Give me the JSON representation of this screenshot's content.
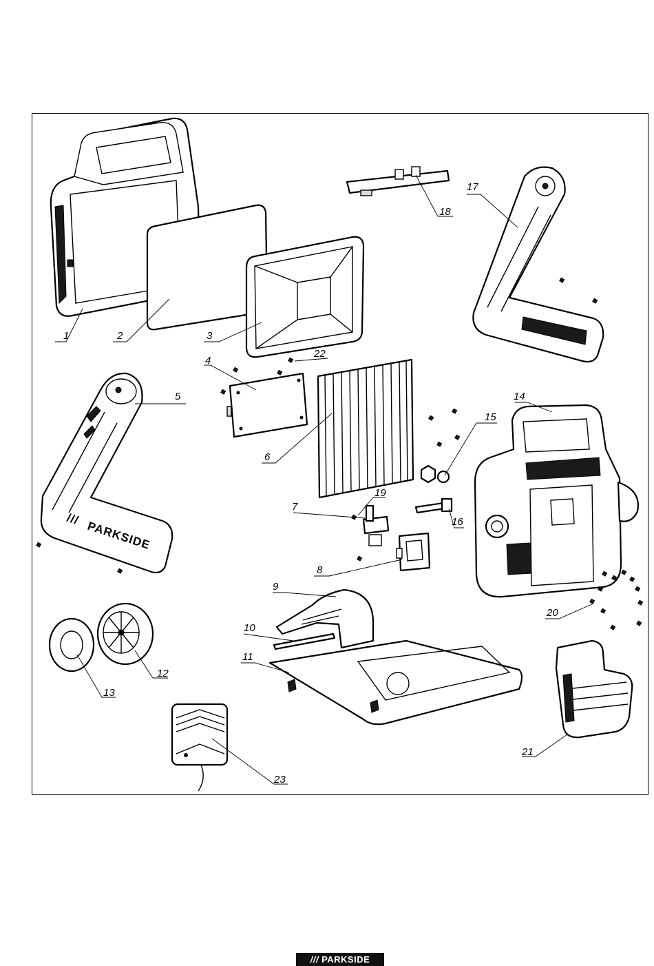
{
  "brand": {
    "logo_text": "PARKSIDE",
    "logo_slashes": "///",
    "embossed_text": "PARKSIDE"
  },
  "callouts": [
    {
      "id": "1",
      "part": "front-frame"
    },
    {
      "id": "2",
      "part": "cover-glass"
    },
    {
      "id": "3",
      "part": "reflector"
    },
    {
      "id": "4",
      "part": "led-board"
    },
    {
      "id": "5",
      "part": "left-stand-arm"
    },
    {
      "id": "6",
      "part": "heat-sink"
    },
    {
      "id": "7",
      "part": "terminal-holder"
    },
    {
      "id": "8",
      "part": "battery-contact"
    },
    {
      "id": "9",
      "part": "battery-latch"
    },
    {
      "id": "10",
      "part": "spring-pin"
    },
    {
      "id": "11",
      "part": "battery-tray"
    },
    {
      "id": "12",
      "part": "adjustment-knob"
    },
    {
      "id": "13",
      "part": "knob-cap"
    },
    {
      "id": "14",
      "part": "rear-housing"
    },
    {
      "id": "15",
      "part": "nut"
    },
    {
      "id": "16",
      "part": "bolt"
    },
    {
      "id": "17",
      "part": "right-stand-arm"
    },
    {
      "id": "18",
      "part": "switch-board"
    },
    {
      "id": "19",
      "part": "small-screw"
    },
    {
      "id": "20",
      "part": "housing-screws"
    },
    {
      "id": "21",
      "part": "battery-cover"
    },
    {
      "id": "22",
      "part": "board-screws"
    },
    {
      "id": "23",
      "part": "gasket"
    }
  ]
}
